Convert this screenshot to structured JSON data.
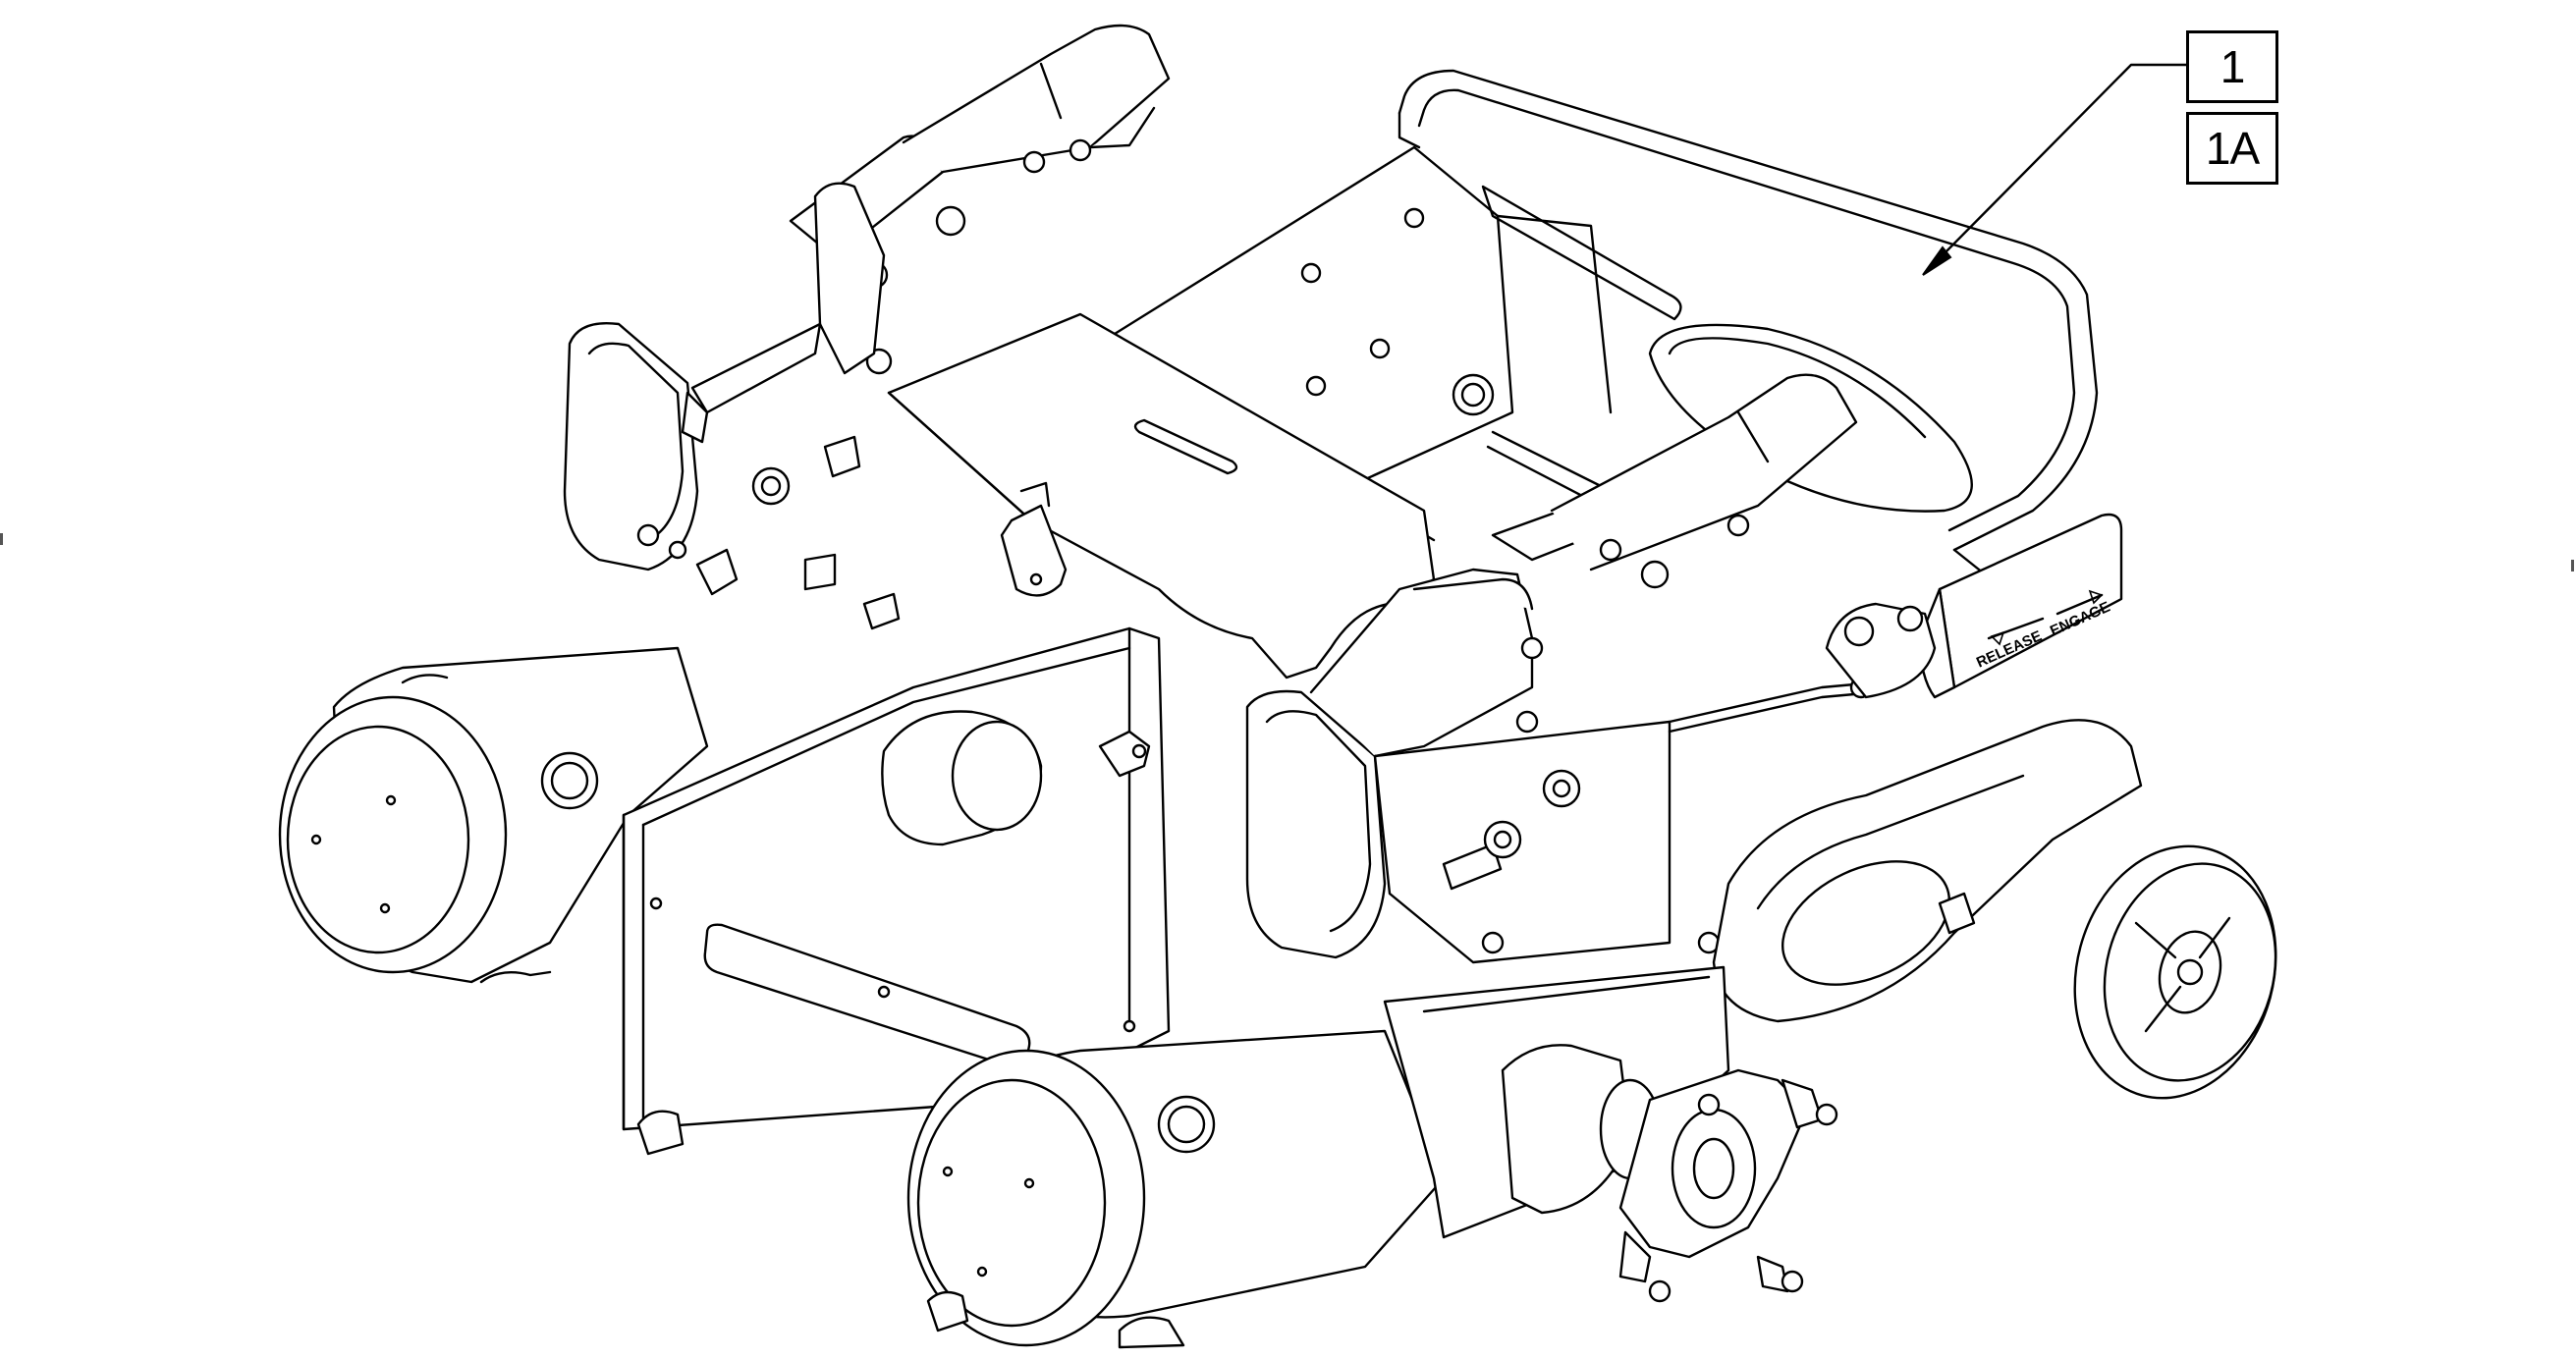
{
  "callouts": [
    {
      "label": "1"
    },
    {
      "label": "1A"
    }
  ],
  "decal": {
    "left_text": "RELEASE",
    "right_text": "ENGAGE"
  },
  "colors": {
    "line": "#000000",
    "background": "#ffffff"
  }
}
